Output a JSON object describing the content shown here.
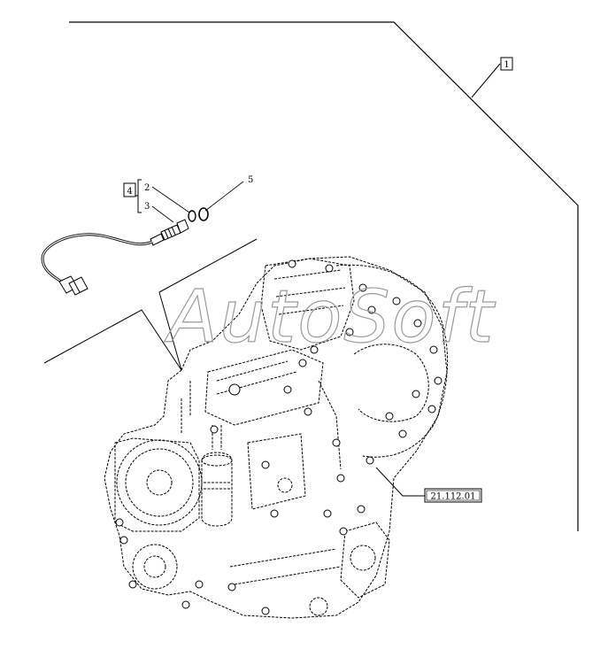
{
  "watermark": "AutoSoft",
  "callouts": {
    "item_1": "1",
    "item_4": "4",
    "item_2": "2",
    "item_3": "3",
    "item_5": "5",
    "reference": "21.112.01"
  },
  "colors": {
    "line": "#000000",
    "watermark": "#9a9a9a",
    "background": "#ffffff"
  }
}
